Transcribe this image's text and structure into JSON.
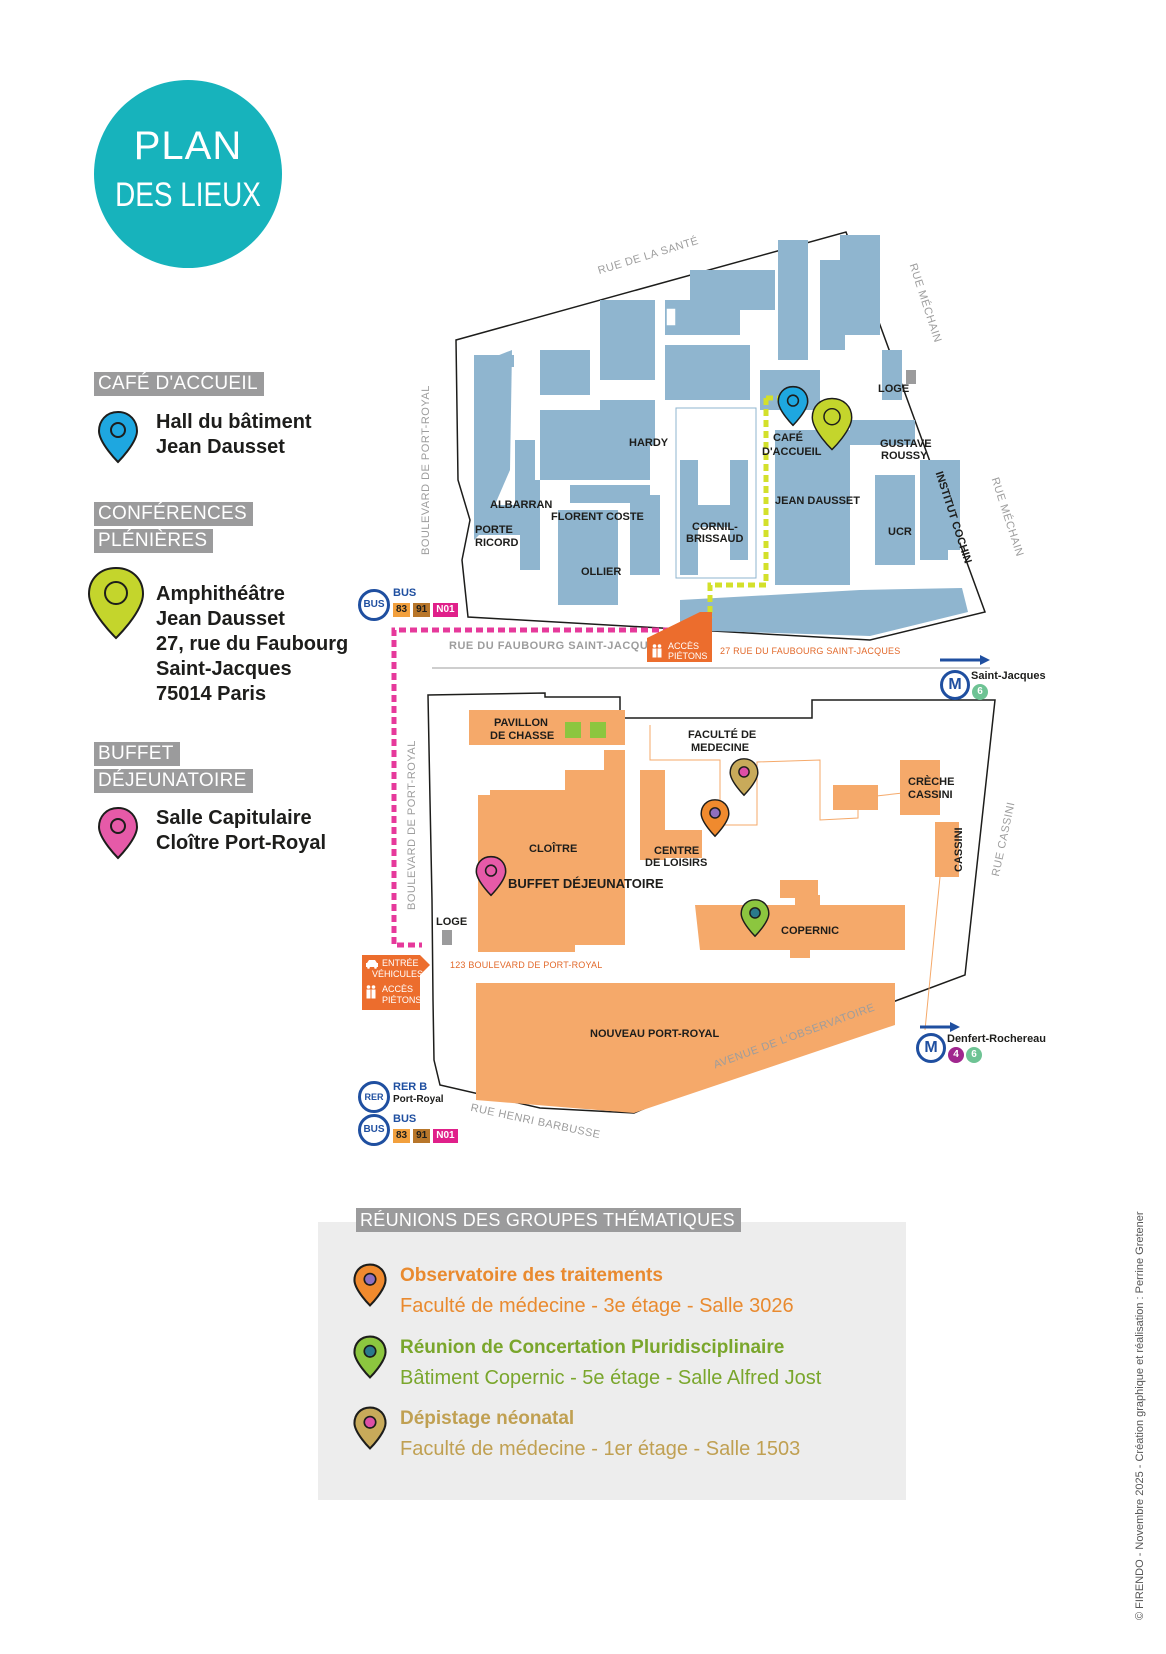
{
  "header": {
    "title_line1": "PLAN",
    "title_line2": "DES LIEUX",
    "badge_color": "#17b3bc"
  },
  "legend": {
    "cafe": {
      "tag": "CAFÉ D'ACCUEIL",
      "line1": "Hall du bâtiment",
      "line2": "Jean Dausset",
      "pin_color": "#1ea7e0"
    },
    "pleniere": {
      "tag_line1": "CONFÉRENCES",
      "tag_line2": "PLÉNIÈRES",
      "lines": [
        "Amphithéâtre",
        "Jean Dausset",
        "27, rue du Faubourg",
        "Saint-Jacques",
        "75014 Paris"
      ],
      "pin_color": "#c4d52c"
    },
    "buffet": {
      "tag_line1": "BUFFET",
      "tag_line2": "DÉJEUNATOIRE",
      "line1": "Salle Capitulaire",
      "line2": "Cloître Port-Royal",
      "pin_color": "#e65aa8"
    }
  },
  "map": {
    "streets": {
      "rue_sante": "RUE DE LA SANTÉ",
      "rue_mechain_top": "RUE MÉCHAIN",
      "rue_mechain_bottom": "RUE MÉCHAIN",
      "bd_port_royal_top": "BOULEVARD DE PORT-ROYAL",
      "bd_port_royal_bottom": "BOULEVARD DE PORT-ROYAL",
      "faubourg": "RUE DU FAUBOURG SAINT-JACQUES",
      "cassini": "RUE CASSINI",
      "observatoire": "AVENUE DE L'OBSERVATOIRE",
      "barbusse": "RUE HENRI BARBUSSE"
    },
    "north_buildings": {
      "loge": "LOGE",
      "cafe_line1": "CAFÉ",
      "cafe_line2": "D'ACCUEIL",
      "hardy": "HARDY",
      "gustave_line1": "GUSTAVE",
      "gustave_line2": "ROUSSY",
      "albarran": "ALBARRAN",
      "florent": "FLORENT COSTE",
      "jean_dausset": "JEAN DAUSSET",
      "porte_line1": "PORTE",
      "porte_line2": "RICORD",
      "cornil_line1": "CORNIL-",
      "cornil_line2": "BRISSAUD",
      "ucr": "UCR",
      "ollier": "OLLIER",
      "institut_cochin": "INSTITUT COCHIN"
    },
    "south_buildings": {
      "pavillon_line1": "PAVILLON",
      "pavillon_line2": "DE CHASSE",
      "faculte_line1": "FACULTÉ DE",
      "faculte_line2": "MEDECINE",
      "creche_line1": "CRÈCHE",
      "creche_line2": "CASSINI",
      "cloitre": "CLOÎTRE",
      "centre_line1": "CENTRE",
      "centre_line2": "DE LOISIRS",
      "cassini": "CASSINI",
      "buffet": "BUFFET DÉJEUNATOIRE",
      "copernic": "COPERNIC",
      "loge": "LOGE",
      "nouveau": "NOUVEAU PORT-ROYAL"
    },
    "access": {
      "pietons_line1": "ACCÈS",
      "pietons_line2": "PIÉTONS",
      "faubourg_address": "27 RUE DU FAUBOURG SAINT-JACQUES",
      "vehicules_line1": "ENTRÉE",
      "vehicules_line2": "VÉHICULES",
      "pietons2_line1": "ACCÈS",
      "pietons2_line2": "PIÉTONS",
      "portroyal_address": "123 BOULEVARD DE PORT-ROYAL"
    },
    "transit": {
      "bus_top": {
        "icon": "BUS",
        "label": "BUS",
        "lines": [
          "83",
          "91",
          "N01"
        ]
      },
      "metro_saint_jacques": {
        "icon": "M",
        "station": "Saint-Jacques",
        "lines": [
          "6"
        ]
      },
      "metro_denfert": {
        "icon": "M",
        "station": "Denfert-Rochereau",
        "lines": [
          "4",
          "6"
        ]
      },
      "rer": {
        "icon": "RER",
        "label": "RER B",
        "station": "Port-Royal"
      },
      "bus_bottom": {
        "icon": "BUS",
        "label": "BUS",
        "lines": [
          "83",
          "91",
          "N01"
        ]
      }
    },
    "colors": {
      "north": "#8fb5cf",
      "south": "#f5a96a",
      "route_pink": "#e6399b",
      "route_yellow": "#d3e02b",
      "metro_blue": "#1f4fa0"
    }
  },
  "groups": {
    "tag": "RÉUNIONS DES GROUPES THÉMATIQUES",
    "items": [
      {
        "title": "Observatoire des traitements",
        "subtitle": "Faculté de médecine - 3e étage - Salle 3026",
        "color": "#e98a2f",
        "pin_color": "#f08a2e",
        "dot_color": "#8e6fc0"
      },
      {
        "title": "Réunion de Concertation Pluridisciplinaire",
        "subtitle": "Bâtiment Copernic - 5e étage - Salle Alfred Jost",
        "color": "#7aa62c",
        "pin_color": "#8cc63f",
        "dot_color": "#2a7a8c"
      },
      {
        "title": "Dépistage néonatal",
        "subtitle": "Faculté de médecine - 1er étage - Salle 1503",
        "color": "#c0a052",
        "pin_color": "#c8aa5a",
        "dot_color": "#de4fa6"
      }
    ]
  },
  "credit": "© FIRENDO - Novembre 2025 - Création graphique et réalisation : Perrine Gretener"
}
